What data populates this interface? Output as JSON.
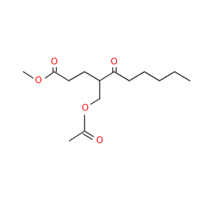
{
  "molecule": {
    "atoms": {
      "ester_o_single": {
        "symbol": "O"
      },
      "ester_o_double": {
        "symbol": "O"
      },
      "ketone_o": {
        "symbol": "O"
      },
      "acetate_o_single": {
        "symbol": "O"
      },
      "acetate_o_double": {
        "symbol": "O"
      }
    }
  },
  "colors": {
    "bond": "#3d3d3d",
    "oxygen": "#ff0d0d",
    "background": "#ffffff"
  }
}
